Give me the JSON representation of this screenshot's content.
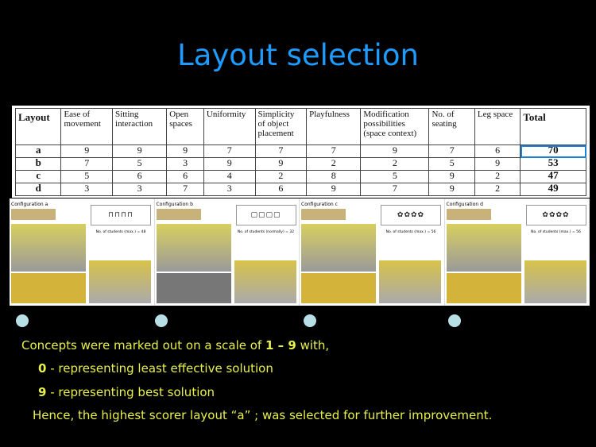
{
  "title": "Layout selection",
  "table": {
    "headers": [
      "Layout",
      "Ease of movement",
      "Sitting interaction",
      "Open spaces",
      "Uniformity",
      "Simplicity of object placement",
      "Playfulness",
      "Modification possibilities (space context)",
      "No. of seating",
      "Leg space",
      "Total"
    ],
    "rows": [
      [
        "a",
        "9",
        "9",
        "9",
        "7",
        "7",
        "7",
        "9",
        "7",
        "6",
        "70"
      ],
      [
        "b",
        "7",
        "5",
        "3",
        "9",
        "9",
        "2",
        "2",
        "5",
        "9",
        "53"
      ],
      [
        "c",
        "5",
        "6",
        "6",
        "4",
        "2",
        "8",
        "5",
        "9",
        "2",
        "47"
      ],
      [
        "d",
        "3",
        "3",
        "7",
        "3",
        "6",
        "9",
        "7",
        "9",
        "2",
        "49"
      ]
    ]
  },
  "configs": [
    {
      "label": "Configuration a",
      "students": "No. of students (max.) = 48"
    },
    {
      "label": "Configuration b",
      "students": "No. of students (normally) = 32"
    },
    {
      "label": "Configuration c",
      "students": "No. of students (max.) = 56"
    },
    {
      "label": "Configuration d",
      "students": "No. of students (max.) = 56"
    }
  ],
  "notes": {
    "line1_pre": "Concepts were marked out on a scale of ",
    "line1_range": "1 – 9",
    "line1_post": " with,",
    "line2_num": "0",
    "line2_text": " - representing least effective solution",
    "line3_num": "9",
    "line3_text": " - representing best solution",
    "line4": "Hence, the highest scorer layout “a” ; was selected for further improvement."
  }
}
